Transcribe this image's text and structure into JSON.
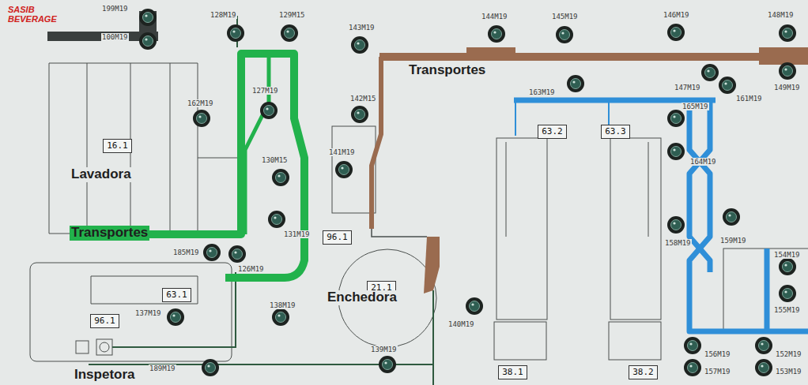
{
  "diagram": {
    "nodes": [
      {
        "text": [
          "16.1"
        ]
      },
      {
        "text": [
          "63.1"
        ]
      },
      {
        "text": [
          "96.1"
        ]
      },
      {
        "text": [
          "96.1"
        ]
      },
      {
        "text": [
          "21.1"
        ]
      },
      {
        "text": [
          "63.2"
        ]
      },
      {
        "text": [
          "63.3"
        ]
      },
      {
        "text": [
          "38.1"
        ]
      },
      {
        "text": [
          "38.2"
        ]
      }
    ],
    "labels": [
      "SASIB BEVERAGE",
      "Transportes",
      "Lavadora",
      "Transportes",
      "Enchedora",
      "Inspetora",
      "199M19",
      "100M19",
      "128M19",
      "129M15",
      "143M19",
      "144M19",
      "145M19",
      "146M19",
      "148M19",
      "147M19",
      "149M19",
      "163M19",
      "161M19",
      "142M15",
      "127M19",
      "162M19",
      "141M19",
      "130M15",
      "131M19",
      "185M19",
      "126M19",
      "137M19",
      "138M19",
      "139M19",
      "140M19",
      "189M19",
      "165M19",
      "164M19",
      "158M19",
      "159M19",
      "154M19",
      "155M19",
      "156M19",
      "157M19",
      "152M19",
      "153M19"
    ]
  }
}
